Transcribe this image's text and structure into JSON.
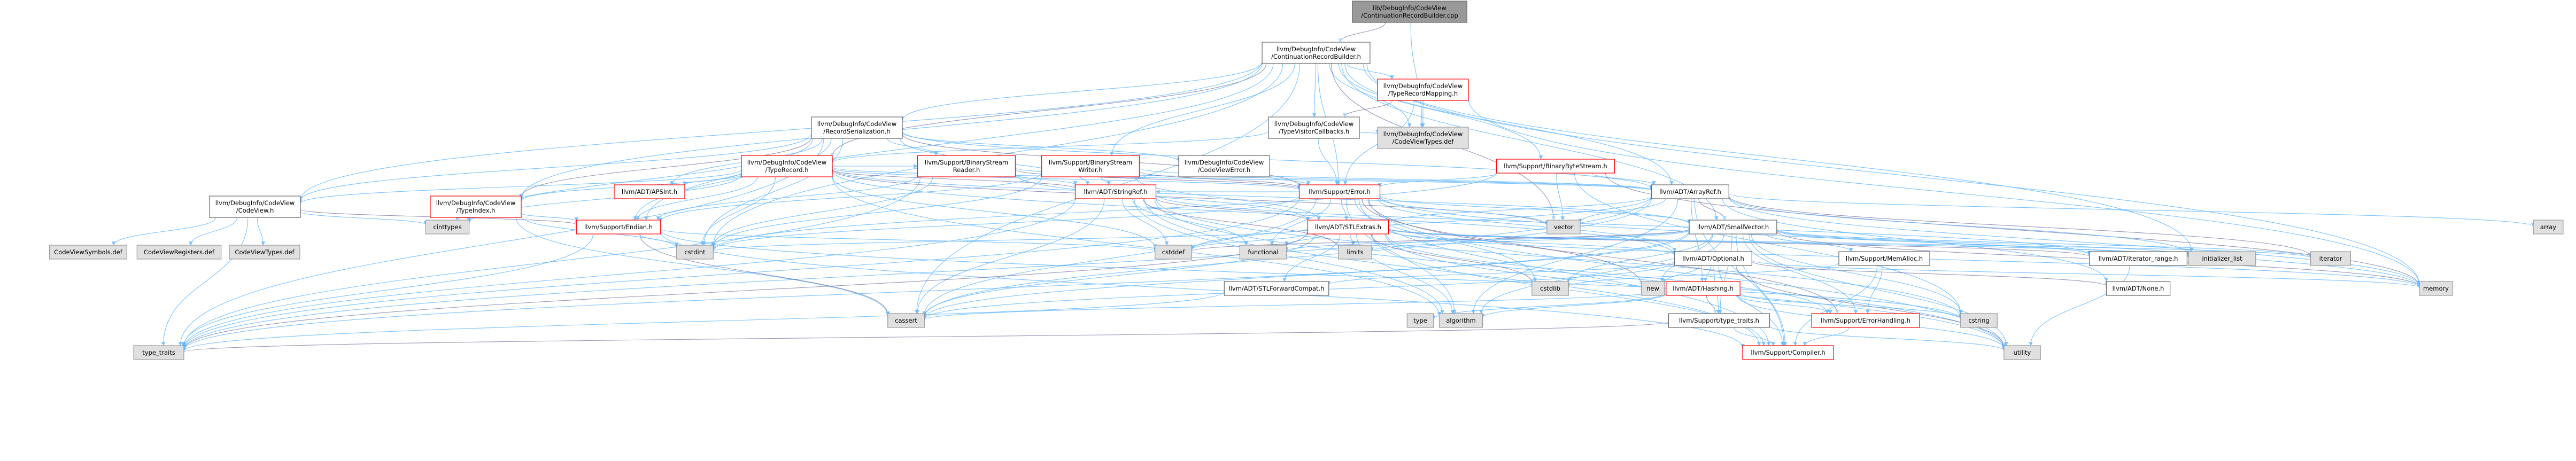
{
  "nodes": [
    {
      "id": "root",
      "label": [
        "lib/DebugInfo/CodeView",
        "/ContinuationRecordBuilder.cpp"
      ],
      "style": "root"
    },
    {
      "id": "crb",
      "label": [
        "llvm/DebugInfo/CodeView",
        "/ContinuationRecordBuilder.h"
      ],
      "style": "white"
    },
    {
      "id": "trm",
      "label": [
        "llvm/DebugInfo/CodeView",
        "/TypeRecordMapping.h"
      ],
      "style": "red"
    },
    {
      "id": "rs",
      "label": [
        "llvm/DebugInfo/CodeView",
        "/RecordSerialization.h"
      ],
      "style": "white"
    },
    {
      "id": "tvc",
      "label": [
        "llvm/DebugInfo/CodeView",
        "/TypeVisitorCallbacks.h"
      ],
      "style": "white"
    },
    {
      "id": "cvtypesdef",
      "label": [
        "llvm/DebugInfo/CodeView",
        "/CodeViewTypes.def"
      ],
      "style": "grey"
    },
    {
      "id": "bbs",
      "label": [
        "llvm/Support/BinaryByteStream.h"
      ],
      "style": "red"
    },
    {
      "id": "tr",
      "label": [
        "llvm/DebugInfo/CodeView",
        "/TypeRecord.h"
      ],
      "style": "red"
    },
    {
      "id": "bsr",
      "label": [
        "llvm/Support/BinaryStream",
        "Reader.h"
      ],
      "style": "red"
    },
    {
      "id": "bsw",
      "label": [
        "llvm/Support/BinaryStream",
        "Writer.h"
      ],
      "style": "red"
    },
    {
      "id": "cverr",
      "label": [
        "llvm/DebugInfo/CodeView",
        "/CodeViewError.h"
      ],
      "style": "white"
    },
    {
      "id": "cv",
      "label": [
        "llvm/DebugInfo/CodeView",
        "/CodeView.h"
      ],
      "style": "white"
    },
    {
      "id": "ti",
      "label": [
        "llvm/DebugInfo/CodeView",
        "/TypeIndex.h"
      ],
      "style": "red"
    },
    {
      "id": "apsint",
      "label": [
        "llvm/ADT/APSInt.h"
      ],
      "style": "red"
    },
    {
      "id": "stringref",
      "label": [
        "llvm/ADT/StringRef.h"
      ],
      "style": "red"
    },
    {
      "id": "error",
      "label": [
        "llvm/Support/Error.h"
      ],
      "style": "red"
    },
    {
      "id": "arrayref",
      "label": [
        "llvm/ADT/ArrayRef.h"
      ],
      "style": "white"
    },
    {
      "id": "endian",
      "label": [
        "llvm/Support/Endian.h"
      ],
      "style": "red"
    },
    {
      "id": "stlextras",
      "label": [
        "llvm/ADT/STLExtras.h"
      ],
      "style": "red"
    },
    {
      "id": "smallvector",
      "label": [
        "llvm/ADT/SmallVector.h"
      ],
      "style": "white"
    },
    {
      "id": "optional",
      "label": [
        "llvm/ADT/Optional.h"
      ],
      "style": "white"
    },
    {
      "id": "memalloc",
      "label": [
        "llvm/Support/MemAlloc.h"
      ],
      "style": "white"
    },
    {
      "id": "iterrange",
      "label": [
        "llvm/ADT/iterator_range.h"
      ],
      "style": "white"
    },
    {
      "id": "stlfwd",
      "label": [
        "llvm/ADT/STLForwardCompat.h"
      ],
      "style": "white"
    },
    {
      "id": "hashing",
      "label": [
        "llvm/ADT/Hashing.h"
      ],
      "style": "red"
    },
    {
      "id": "typetraits",
      "label": [
        "llvm/Support/type_traits.h"
      ],
      "style": "white"
    },
    {
      "id": "errhandling",
      "label": [
        "llvm/Support/ErrorHandling.h"
      ],
      "style": "red"
    },
    {
      "id": "compiler",
      "label": [
        "llvm/Support/Compiler.h"
      ],
      "style": "red"
    },
    {
      "id": "none",
      "label": [
        "llvm/ADT/None.h"
      ],
      "style": "white"
    },
    {
      "id": "cvsymbols",
      "label": [
        "CodeViewSymbols.def"
      ],
      "style": "grey"
    },
    {
      "id": "cvregisters",
      "label": [
        "CodeViewRegisters.def"
      ],
      "style": "grey"
    },
    {
      "id": "cvtypesdef2",
      "label": [
        "CodeViewTypes.def"
      ],
      "style": "grey"
    },
    {
      "id": "cinttypes",
      "label": [
        "cinttypes"
      ],
      "style": "grey"
    },
    {
      "id": "cstdint",
      "label": [
        "cstdint"
      ],
      "style": "grey"
    },
    {
      "id": "cstddef",
      "label": [
        "cstddef"
      ],
      "style": "grey"
    },
    {
      "id": "functional",
      "label": [
        "functional"
      ],
      "style": "grey"
    },
    {
      "id": "limits",
      "label": [
        "limits"
      ],
      "style": "grey"
    },
    {
      "id": "vector",
      "label": [
        "vector"
      ],
      "style": "grey"
    },
    {
      "id": "initlist",
      "label": [
        "initializer_list"
      ],
      "style": "grey"
    },
    {
      "id": "iterator",
      "label": [
        "iterator"
      ],
      "style": "grey"
    },
    {
      "id": "array",
      "label": [
        "array"
      ],
      "style": "grey"
    },
    {
      "id": "memory",
      "label": [
        "memory"
      ],
      "style": "grey"
    },
    {
      "id": "cstdlib",
      "label": [
        "cstdlib"
      ],
      "style": "grey"
    },
    {
      "id": "new",
      "label": [
        "new"
      ],
      "style": "grey"
    },
    {
      "id": "cstring",
      "label": [
        "cstring"
      ],
      "style": "grey"
    },
    {
      "id": "typeinfo",
      "label": [
        "type"
      ],
      "style": "grey"
    },
    {
      "id": "algorithm",
      "label": [
        "algorithm"
      ],
      "style": "grey"
    },
    {
      "id": "cassert",
      "label": [
        "cassert"
      ],
      "style": "grey"
    },
    {
      "id": "typetraitsstd",
      "label": [
        "type_traits"
      ],
      "style": "grey"
    },
    {
      "id": "utility",
      "label": [
        "utility"
      ],
      "style": "grey"
    }
  ],
  "edges": [
    [
      "root",
      "crb"
    ],
    [
      "root",
      "cvtypesdef"
    ],
    [
      "crb",
      "trm"
    ],
    [
      "crb",
      "rs"
    ],
    [
      "crb",
      "tvc"
    ],
    [
      "crb",
      "cvtypesdef"
    ],
    [
      "crb",
      "bbs"
    ],
    [
      "crb",
      "tr"
    ],
    [
      "crb",
      "bsw"
    ],
    [
      "crb",
      "cv"
    ],
    [
      "crb",
      "ti"
    ],
    [
      "crb",
      "error"
    ],
    [
      "crb",
      "arrayref"
    ],
    [
      "crb",
      "smallvector"
    ],
    [
      "crb",
      "vector"
    ],
    [
      "crb",
      "cstdint"
    ],
    [
      "crb",
      "endian"
    ],
    [
      "crb",
      "memory"
    ],
    [
      "crb",
      "initlist"
    ],
    [
      "crb",
      "cassert"
    ],
    [
      "trm",
      "cvtypesdef"
    ],
    [
      "trm",
      "tvc"
    ],
    [
      "trm",
      "error"
    ],
    [
      "trm",
      "memory"
    ],
    [
      "tvc",
      "cvtypesdef"
    ],
    [
      "tvc",
      "tr"
    ],
    [
      "tvc",
      "error"
    ],
    [
      "rs",
      "cv"
    ],
    [
      "rs",
      "ti"
    ],
    [
      "rs",
      "apsint"
    ],
    [
      "rs",
      "arrayref"
    ],
    [
      "rs",
      "stringref"
    ],
    [
      "rs",
      "bsr"
    ],
    [
      "rs",
      "cverr"
    ],
    [
      "rs",
      "endian"
    ],
    [
      "rs",
      "error"
    ],
    [
      "rs",
      "cinttypes"
    ],
    [
      "rs",
      "cstdint"
    ],
    [
      "rs",
      "typetraitsstd"
    ],
    [
      "bbs",
      "arrayref"
    ],
    [
      "bbs",
      "error"
    ],
    [
      "bbs",
      "cstdint"
    ],
    [
      "bbs",
      "memory"
    ],
    [
      "bbs",
      "vector"
    ],
    [
      "bbs",
      "cstring"
    ],
    [
      "tr",
      "apsint"
    ],
    [
      "tr",
      "arrayref"
    ],
    [
      "tr",
      "optional"
    ],
    [
      "tr",
      "smallvector"
    ],
    [
      "tr",
      "stringref"
    ],
    [
      "tr",
      "cv"
    ],
    [
      "tr",
      "ti"
    ],
    [
      "tr",
      "bsr"
    ],
    [
      "tr",
      "endian"
    ],
    [
      "tr",
      "cinttypes"
    ],
    [
      "tr",
      "cstdint"
    ],
    [
      "tr",
      "vector"
    ],
    [
      "tr",
      "algorithm"
    ],
    [
      "tr",
      "cstddef"
    ],
    [
      "tr",
      "error"
    ],
    [
      "bsr",
      "arrayref"
    ],
    [
      "bsr",
      "stringref"
    ],
    [
      "bsr",
      "endian"
    ],
    [
      "bsr",
      "error"
    ],
    [
      "bsr",
      "cstdint"
    ],
    [
      "bsr",
      "typetraitsstd"
    ],
    [
      "bsr",
      "stlextras"
    ],
    [
      "bsw",
      "arrayref"
    ],
    [
      "bsw",
      "stringref"
    ],
    [
      "bsw",
      "endian"
    ],
    [
      "bsw",
      "error"
    ],
    [
      "bsw",
      "cstdint"
    ],
    [
      "bsw",
      "stlextras"
    ],
    [
      "cverr",
      "error"
    ],
    [
      "cv",
      "cvsymbols"
    ],
    [
      "cv",
      "cvregisters"
    ],
    [
      "cv",
      "cvtypesdef2"
    ],
    [
      "cv",
      "endian"
    ],
    [
      "cv",
      "cinttypes"
    ],
    [
      "cv",
      "typetraitsstd"
    ],
    [
      "ti",
      "endian"
    ],
    [
      "ti",
      "cinttypes"
    ],
    [
      "ti",
      "cstdint"
    ],
    [
      "ti",
      "cassert"
    ],
    [
      "stringref",
      "stlextras"
    ],
    [
      "stringref",
      "iterrange"
    ],
    [
      "stringref",
      "compiler"
    ],
    [
      "stringref",
      "algorithm"
    ],
    [
      "stringref",
      "cassert"
    ],
    [
      "stringref",
      "cstddef"
    ],
    [
      "stringref",
      "cstring"
    ],
    [
      "stringref",
      "limits"
    ],
    [
      "stringref",
      "typetraitsstd"
    ],
    [
      "stringref",
      "utility"
    ],
    [
      "stringref",
      "functional"
    ],
    [
      "error",
      "stlextras"
    ],
    [
      "error",
      "smallvector"
    ],
    [
      "error",
      "compiler"
    ],
    [
      "error",
      "errhandling"
    ],
    [
      "error",
      "algorithm"
    ],
    [
      "error",
      "cassert"
    ],
    [
      "error",
      "cstdint"
    ],
    [
      "error",
      "cstdlib"
    ],
    [
      "error",
      "functional"
    ],
    [
      "error",
      "memory"
    ],
    [
      "error",
      "new"
    ],
    [
      "error",
      "typetraitsstd"
    ],
    [
      "error",
      "utility"
    ],
    [
      "error",
      "vector"
    ],
    [
      "error",
      "optional"
    ],
    [
      "error",
      "stringref"
    ],
    [
      "arrayref",
      "stlextras"
    ],
    [
      "arrayref",
      "smallvector"
    ],
    [
      "arrayref",
      "compiler"
    ],
    [
      "arrayref",
      "algorithm"
    ],
    [
      "arrayref",
      "array"
    ],
    [
      "arrayref",
      "cassert"
    ],
    [
      "arrayref",
      "cstddef"
    ],
    [
      "arrayref",
      "initlist"
    ],
    [
      "arrayref",
      "iterator"
    ],
    [
      "arrayref",
      "memory"
    ],
    [
      "arrayref",
      "typetraitsstd"
    ],
    [
      "arrayref",
      "vector"
    ],
    [
      "arrayref",
      "hashing"
    ],
    [
      "arrayref",
      "none"
    ],
    [
      "endian",
      "compiler"
    ],
    [
      "endian",
      "cassert"
    ],
    [
      "endian",
      "cstddef"
    ],
    [
      "endian",
      "cstdint"
    ],
    [
      "endian",
      "cstring"
    ],
    [
      "endian",
      "typetraitsstd"
    ],
    [
      "stlextras",
      "stlfwd"
    ],
    [
      "stlextras",
      "optional"
    ],
    [
      "stlextras",
      "iterrange"
    ],
    [
      "stlextras",
      "compiler"
    ],
    [
      "stlextras",
      "errhandling"
    ],
    [
      "stlextras",
      "algorithm"
    ],
    [
      "stlextras",
      "cassert"
    ],
    [
      "stlextras",
      "cstddef"
    ],
    [
      "stlextras",
      "cstdint"
    ],
    [
      "stlextras",
      "cstdlib"
    ],
    [
      "stlextras",
      "functional"
    ],
    [
      "stlextras",
      "initlist"
    ],
    [
      "stlextras",
      "iterator"
    ],
    [
      "stlextras",
      "limits"
    ],
    [
      "stlextras",
      "memory"
    ],
    [
      "stlextras",
      "tuple"
    ],
    [
      "stlextras",
      "typetraitsstd"
    ],
    [
      "stlextras",
      "utility"
    ],
    [
      "smallvector",
      "memalloc"
    ],
    [
      "smallvector",
      "iterrange"
    ],
    [
      "smallvector",
      "compiler"
    ],
    [
      "smallvector",
      "algorithm"
    ],
    [
      "smallvector",
      "cassert"
    ],
    [
      "smallvector",
      "cstddef"
    ],
    [
      "smallvector",
      "cstdlib"
    ],
    [
      "smallvector",
      "cstring"
    ],
    [
      "smallvector",
      "functional"
    ],
    [
      "smallvector",
      "initlist"
    ],
    [
      "smallvector",
      "iterator"
    ],
    [
      "smallvector",
      "limits"
    ],
    [
      "smallvector",
      "memory"
    ],
    [
      "smallvector",
      "new"
    ],
    [
      "smallvector",
      "typetraitsstd"
    ],
    [
      "smallvector",
      "utility"
    ],
    [
      "smallvector",
      "errhandling"
    ],
    [
      "smallvector",
      "typetraits"
    ],
    [
      "optional",
      "hashing"
    ],
    [
      "optional",
      "none"
    ],
    [
      "optional",
      "stlfwd"
    ],
    [
      "optional",
      "compiler"
    ],
    [
      "optional",
      "typetraits"
    ],
    [
      "optional",
      "cassert"
    ],
    [
      "optional",
      "memory"
    ],
    [
      "optional",
      "new"
    ],
    [
      "optional",
      "utility"
    ],
    [
      "memalloc",
      "compiler"
    ],
    [
      "memalloc",
      "errhandling"
    ],
    [
      "memalloc",
      "cstdlib"
    ],
    [
      "iterrange",
      "utility"
    ],
    [
      "stlfwd",
      "typetraitsstd"
    ],
    [
      "hashing",
      "errhandling"
    ],
    [
      "hashing",
      "typetraits"
    ],
    [
      "hashing",
      "algorithm"
    ],
    [
      "hashing",
      "cassert"
    ],
    [
      "hashing",
      "cstring"
    ],
    [
      "hashing",
      "typeinfo"
    ],
    [
      "hashing",
      "utility"
    ],
    [
      "typetraits",
      "compiler"
    ],
    [
      "typetraits",
      "typetraitsstd"
    ],
    [
      "typetraits",
      "utility"
    ],
    [
      "errhandling",
      "compiler"
    ]
  ]
}
